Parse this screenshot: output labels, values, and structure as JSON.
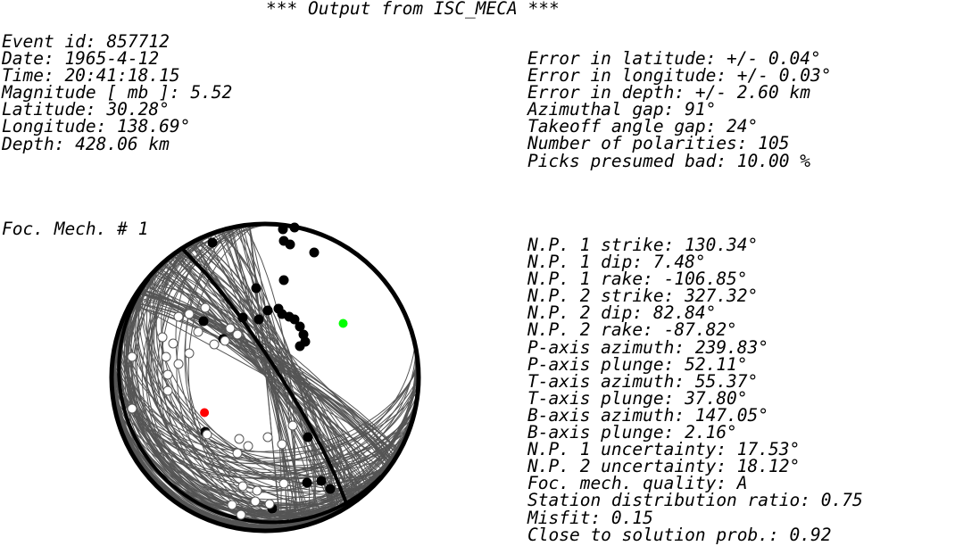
{
  "title": "*** Output from ISC_MECA ***",
  "event_info": [
    "Event id: 857712",
    "Date: 1965-4-12",
    "Time: 20:41:18.15",
    "Magnitude [ mb ]: 5.52",
    "Latitude: 30.28°",
    "Longitude: 138.69°",
    "Depth: 428.06 km"
  ],
  "error_info": [
    "Error in latitude: +/- 0.04°",
    "Error in longitude: +/- 0.03°",
    "Error in depth: +/- 2.60 km",
    "Azimuthal gap: 91°",
    "Takeoff angle gap: 24°",
    "Number of polarities: 105",
    "Picks presumed bad: 10.00 %"
  ],
  "mechanism_label": "Foc. Mech. # 1",
  "mechanism_params": [
    "N.P. 1 strike: 130.34°",
    "N.P. 1 dip: 7.48°",
    "N.P. 1 rake: -106.85°",
    "N.P. 2 strike: 327.32°",
    "N.P. 2 dip: 82.84°",
    "N.P. 2 rake: -87.82°",
    "P-axis azimuth: 239.83°",
    "P-axis plunge: 52.11°",
    "T-axis azimuth: 55.37°",
    "T-axis plunge: 37.80°",
    "B-axis azimuth: 147.05°",
    "B-axis plunge: 2.16°",
    "N.P. 1 uncertainty: 17.53°",
    "N.P. 2 uncertainty: 18.12°",
    "Foc. mech. quality: A",
    "Station distribution ratio: 0.75",
    "Misfit: 0.15",
    "Close to solution prob.: 0.92"
  ],
  "colors": {
    "text": "#000000",
    "uncertainty_lines": "#555555",
    "dilatation_fill": "#ffffff",
    "compression_fill": "#000000",
    "p_axis": "#ff0000",
    "t_axis": "#00ff00"
  },
  "beachball": {
    "np1_strike": 130.34,
    "np1_dip": 7.48,
    "np2_strike": 327.32,
    "np2_dip": 82.84,
    "p_azimuth": 239.83,
    "p_plunge": 52.11,
    "t_azimuth": 55.37,
    "t_plunge": 37.8,
    "np1_uncertainty": 17.53,
    "np2_uncertainty": 18.12
  }
}
